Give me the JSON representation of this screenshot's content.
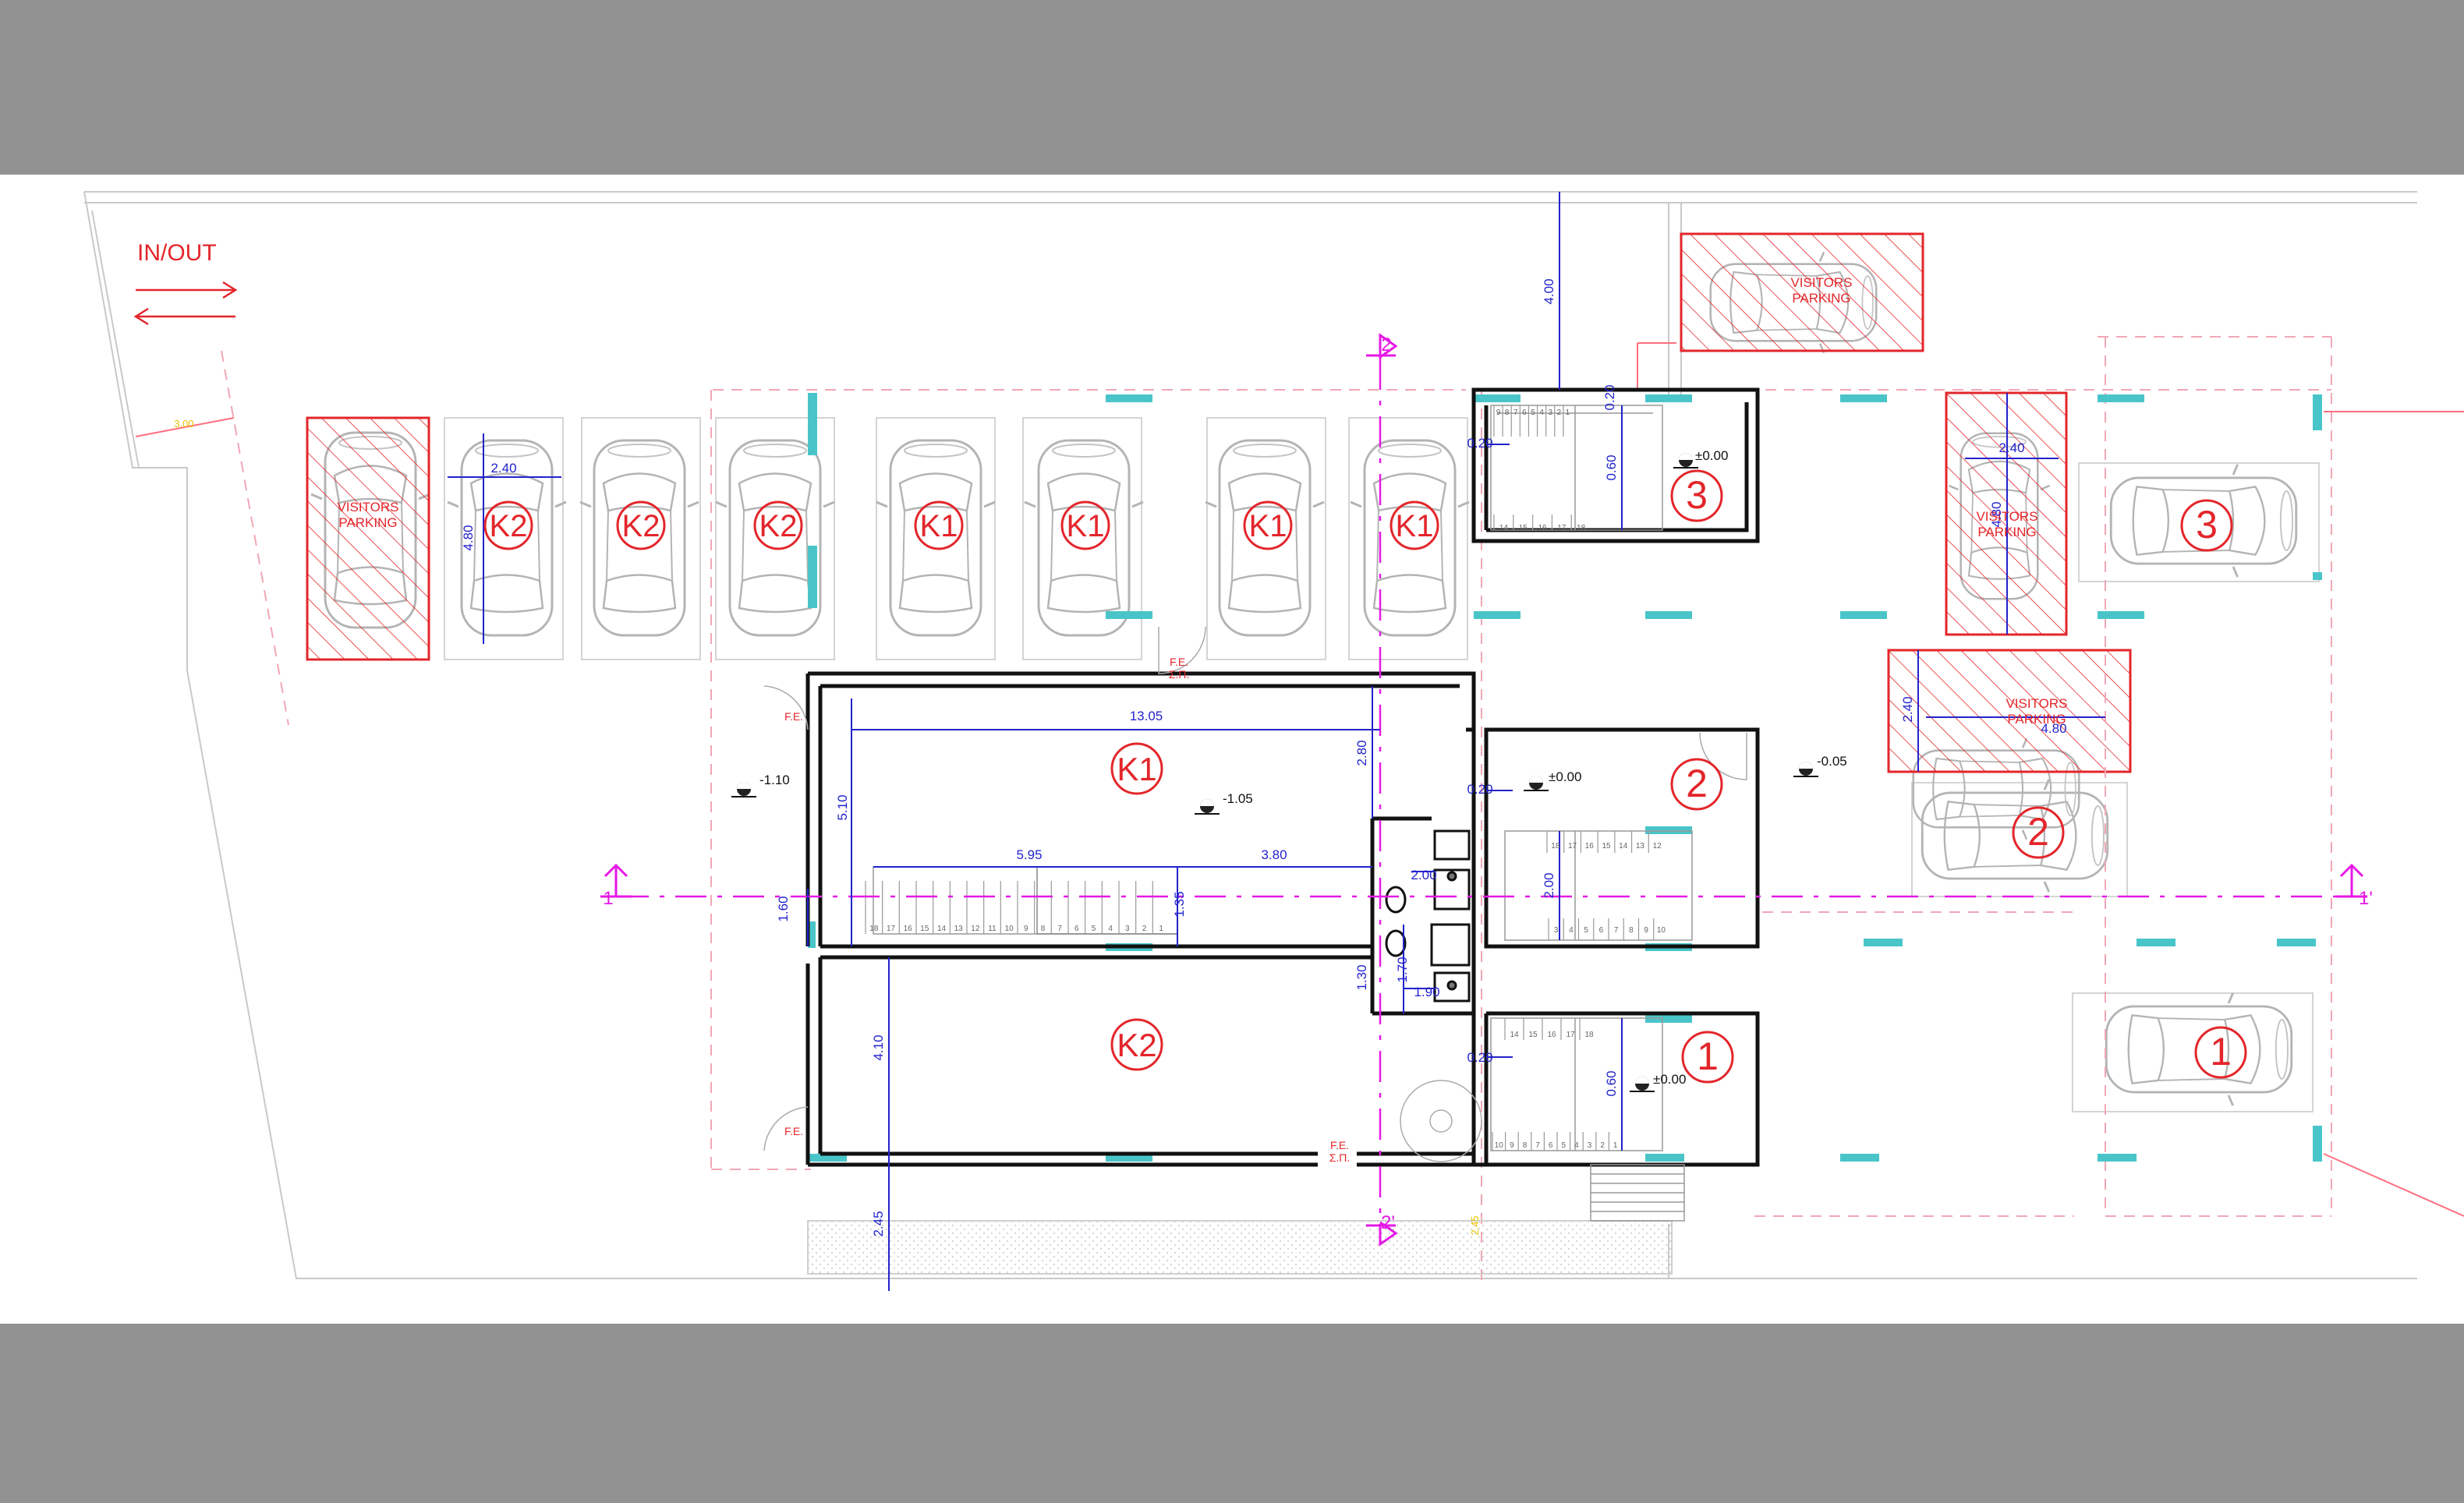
{
  "drawing": {
    "entrance_label": "IN/OUT",
    "visitor_parking_label_1": "VISITORS",
    "visitor_parking_label_2": "PARKING",
    "fire_extinguisher": "F.E.",
    "fire_point": "Σ.Π.",
    "units": {
      "k1": "K1",
      "k2": "K2",
      "u1": "1",
      "u2": "2",
      "u3": "3"
    },
    "parking_spaces": [
      "K2",
      "K2",
      "K2",
      "K1",
      "K1",
      "K1",
      "K1"
    ],
    "right_parking": [
      "3",
      "2",
      "1"
    ],
    "section_marks": {
      "a": "1",
      "a_prime": "1'",
      "b": "2",
      "b_prime": "2'"
    },
    "levels": {
      "yard": "-1.10",
      "basement": "-1.05",
      "ground_1": "±0.00",
      "ground_2": "±0.00",
      "ground_3": "±0.00",
      "court": "-0.05"
    },
    "dimensions": {
      "top_offset": "4.00",
      "boundary": "3.00",
      "space_width": "2.40",
      "space_depth": "4.80",
      "hall_length": "13.05",
      "k1_depth": "5.10",
      "stair_run": "5.95",
      "stair_gap": "3.80",
      "stair_width": "1.35",
      "passage": "1.60",
      "k2_depth": "4.10",
      "ramp": "2.45",
      "ramp_small": "2.45",
      "core_depth": "2.80",
      "wc_depth": "1.30",
      "wc_small": "1.70",
      "wc_width": "1.90",
      "wc_top": "2.00",
      "wall_a": "0.20",
      "wall_b": "0.20",
      "wall_c": "0.20",
      "wall_d": "0.20",
      "landing_a": "0.60",
      "landing_b": "0.60",
      "stair_2_width": "2.00",
      "visitor_width": "2.40",
      "visitor_depth": "4.80",
      "visitor2_width": "4.80",
      "visitor2_depth": "2.40"
    },
    "step_numbers": {
      "hall": [
        "18",
        "17",
        "16",
        "15",
        "14",
        "13",
        "12",
        "11",
        "10",
        "9",
        "8",
        "7",
        "6",
        "5",
        "4",
        "3",
        "2",
        "1"
      ],
      "stair3_top": [
        "9",
        "8",
        "7",
        "6",
        "5",
        "4",
        "3",
        "2",
        "1"
      ],
      "stair3_bottom": [
        "14",
        "15",
        "16",
        "17",
        "18"
      ],
      "stair2_top": [
        "18",
        "17",
        "16",
        "15",
        "14",
        "13",
        "12"
      ],
      "stair2_bottom": [
        "3",
        "4",
        "5",
        "6",
        "7",
        "8",
        "9",
        "10"
      ],
      "stair1_top": [
        "14",
        "15",
        "16",
        "17",
        "18"
      ],
      "stair1_bottom": [
        "10",
        "9",
        "8",
        "7",
        "6",
        "5",
        "4",
        "3",
        "2",
        "1"
      ]
    },
    "colors": {
      "wall": "#111111",
      "hatch": "#e3262b",
      "dimension": "#2222cc",
      "section": "#e619e6",
      "marker": "#49c5c9",
      "car": "#b0b0b0",
      "outline": "#d5d5d5"
    }
  }
}
